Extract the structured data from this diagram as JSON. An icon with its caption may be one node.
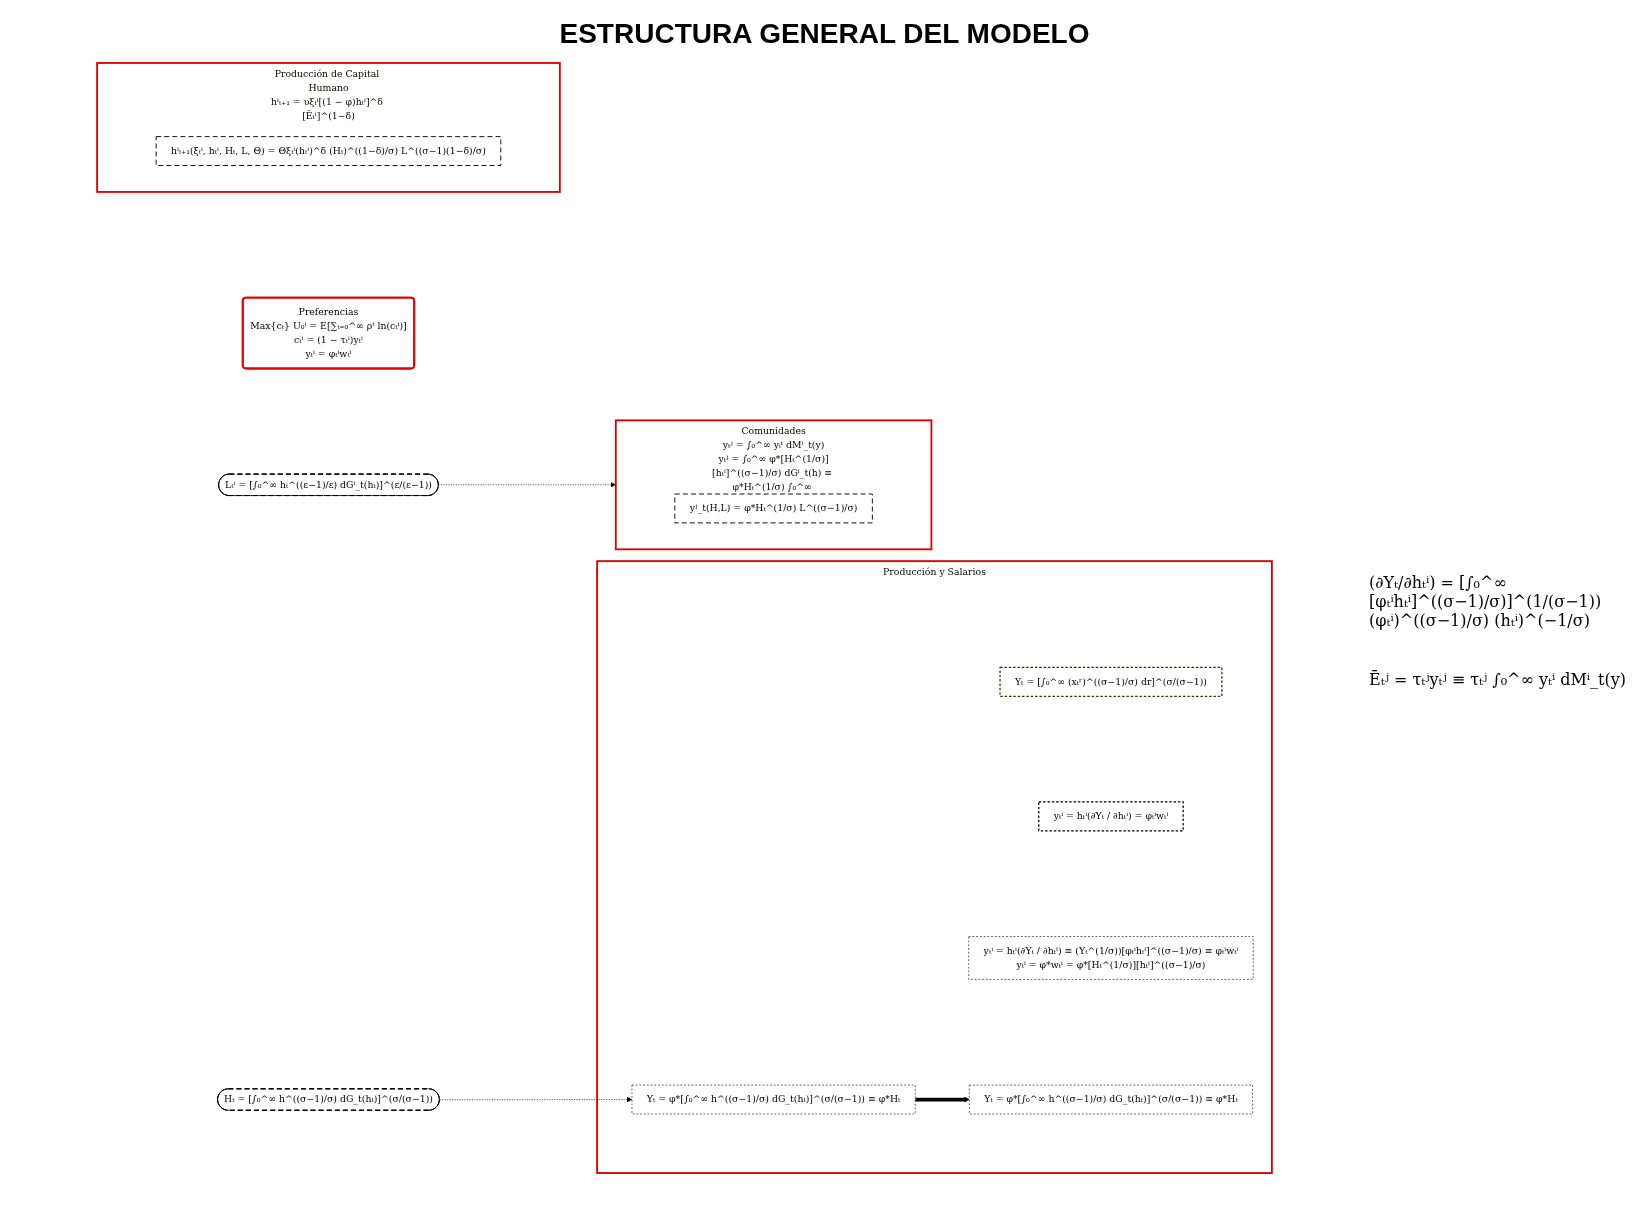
{
  "diagram": {
    "title": "ESTRUCTURA GENERAL DEL MODELO",
    "nodes": [
      {
        "text": [
          "Preferencias",
          "Max{cₜ} U₀ⁱ = E[∑ₜ₌₀^∞ ρᵗ ln(cₜⁱ)]",
          "cₜⁱ = (1 − τₜⁱ)yₜⁱ",
          "yₜⁱ = φₜⁱwₜⁱ"
        ]
      },
      {
        "text": [
          "Producción y Salarios"
        ]
      },
      {
        "text": [
          "Yₜ = [∫₀^∞ (xₜʳ)^((σ−1)/σ) dr]^(σ/(σ−1))"
        ],
        "in": 1
      },
      {
        "text": [
          "yₜⁱ = hₜⁱ(∂Yₜ / ∂hₜⁱ) = φₜⁱwₜⁱ"
        ],
        "in": 1
      },
      {
        "text": [
          "yₜⁱ = hₜⁱ(∂Yₜ / ∂hₜⁱ) ≡ (Yₜ^(1/σ))[φₜⁱhₜⁱ]^((σ−1)/σ) ≡ φₜⁱwₜⁱ",
          "yₜⁱ = φ*wₜⁱ = φ*[Hₜ^(1/σ)][hₜⁱ]^((σ−1)/σ)"
        ],
        "in": 1
      },
      {
        "text": [
          "Yₜ = φ*[∫₀^∞ h^((σ−1)/σ) dG_t(hₜ)]^(σ/(σ−1)) ≡ φ*Hₜ"
        ],
        "in": 1
      },
      {
        "text": [
          "Yₜ = φ*[∫₀^∞ h^((σ−1)/σ) dG_t(hₜ)]^(σ/(σ−1)) ≡ φ*Hₜ"
        ],
        "in": 1
      },
      {
        "text": [
          "Hₜ = [∫₀^∞ h^((σ−1)/σ) dG_t(hₜ)]^(σ/(σ−1))"
        ]
      },
      {
        "text": [
          "Lₜⁱ = [∫₀^∞ hₜ^((ε−1)/ε) dGⁱ_t(hₜ)]^(ε/(ε−1))"
        ]
      },
      {
        "text": [
          "Comunidades",
          "yₜʲ = ∫₀^∞ yᵢᵗ dMⁱ_t(y)",
          "yₜʲ = ∫₀^∞ φ*[Hₜ^(1/σ)][hₜⁱ]^((σ−1)/σ) dGⁱ_t(h) ≡ φ*Hₜ^(1/σ) ∫₀^∞ (hₜⁱ)^((σ−1)/σ) dGⁱ_t(hₜ)"
        ]
      },
      {
        "text": [
          "yʲ_t(H,L) = φ*Hₜ^(1/σ) L^((σ−1)/σ)"
        ],
        "in": 9
      },
      {
        "text": [
          "Producción de Capital Humano",
          "hⁱₜ₊₁ = υξₜⁱ[(1 − φ)hₜⁱ]^δ [Ēₜⁱ]^(1−δ)"
        ]
      },
      {
        "text": [
          "hⁱₜ₊₁(ξₜⁱ, hₜⁱ, Hₜ, L, Θ) = Θξₜⁱ(hₜⁱ)^δ (Hₜ)^((1−δ)/σ) L^((σ−1)(1−δ)/σ)"
        ],
        "in": 11
      }
    ],
    "edges": [
      {
        "from": 7,
        "to": 5,
        "arrow": "to",
        "style": "dashed"
      },
      {
        "from": 8,
        "to": 9,
        "arrow": "to",
        "style": "dashed"
      },
      {
        "from": 5,
        "to": 6,
        "arrow": "to",
        "style": "thick"
      }
    ],
    "labels": [
      "(∂Yₜ/∂hₜⁱ) = [∫₀^∞ [φₜⁱhₜⁱ]^((σ−1)/σ)]^(1/(σ−1)) (φₜⁱ)^((σ−1)/σ) (hₜⁱ)^(−1/σ)",
      "Ēₜʲ = τₜʲyₜʲ ≡ τₜʲ ∫₀^∞ yₜⁱ dMⁱ_t(y)"
    ]
  }
}
